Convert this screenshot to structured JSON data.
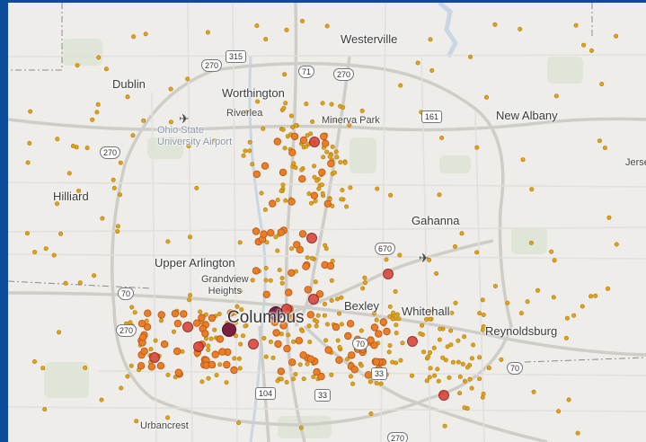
{
  "map": {
    "places": [
      {
        "id": "westerville",
        "name": "Westerville"
      },
      {
        "id": "dublin",
        "name": "Dublin"
      },
      {
        "id": "worthington",
        "name": "Worthington"
      },
      {
        "id": "riverlea",
        "name": "Riverlea"
      },
      {
        "id": "minerva-park",
        "name": "Minerva Park"
      },
      {
        "id": "new-albany",
        "name": "New Albany"
      },
      {
        "id": "ohio-state-airport",
        "name": "Ohio State\nUniversity Airport"
      },
      {
        "id": "jersey",
        "name": "Jerse"
      },
      {
        "id": "hilliard",
        "name": "Hilliard"
      },
      {
        "id": "gahanna",
        "name": "Gahanna"
      },
      {
        "id": "upper-arlington",
        "name": "Upper Arlington"
      },
      {
        "id": "grandview-heights",
        "name": "Grandview\nHeights"
      },
      {
        "id": "columbus",
        "name": "Columbus"
      },
      {
        "id": "bexley",
        "name": "Bexley"
      },
      {
        "id": "whitehall",
        "name": "Whitehall"
      },
      {
        "id": "reynoldsburg",
        "name": "Reynoldsburg"
      },
      {
        "id": "urbancrest",
        "name": "Urbancrest"
      }
    ],
    "route_shields": [
      "315",
      "270",
      "71",
      "270",
      "161",
      "270",
      "670",
      "70",
      "270",
      "70",
      "33",
      "104",
      "33",
      "70",
      "270"
    ],
    "marker_colors": {
      "small": "#e0a21a",
      "medium": "#eb7d23",
      "large": "#d9463a",
      "xlarge": "#7a1f3d"
    }
  }
}
